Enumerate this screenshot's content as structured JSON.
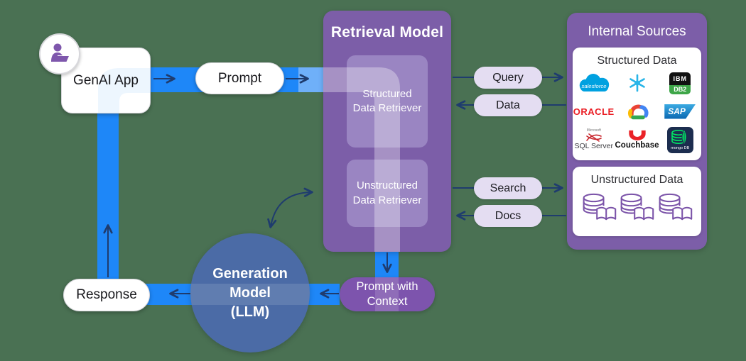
{
  "genai_app": {
    "label": "GenAI App"
  },
  "prompt_pill": {
    "label": "Prompt"
  },
  "response_pill": {
    "label": "Response"
  },
  "retrieval_model": {
    "title": "Retrieval Model",
    "structured_retriever": {
      "line1": "Structured",
      "line2": "Data Retriever"
    },
    "unstructured_retriever": {
      "line1": "Unstructured",
      "line2": "Data Retriever"
    }
  },
  "flow": {
    "query": "Query",
    "data": "Data",
    "search": "Search",
    "docs": "Docs"
  },
  "internal_sources": {
    "title": "Internal Sources",
    "structured": {
      "title": "Structured Data"
    },
    "unstructured": {
      "title": "Unstructured Data"
    }
  },
  "logos": {
    "salesforce": {
      "label": "salesforce"
    },
    "snowflake": {
      "name": "snowflake-icon"
    },
    "ibm_db2": {
      "top": "IBM",
      "bottom": "DB2"
    },
    "oracle": {
      "label": "ORACLE"
    },
    "google_cloud": {
      "name": "google-cloud-icon"
    },
    "sap": {
      "label": "SAP"
    },
    "sql_server": {
      "microsoft": "Microsoft",
      "label": "SQL Server"
    },
    "couchbase": {
      "label": "Couchbase"
    },
    "mongodb": {
      "label": "mongo DB"
    }
  },
  "prompt_with_context": {
    "line1": "Prompt with",
    "line2": "Context"
  },
  "generation_model": {
    "line1": "Generation",
    "line2": "Model",
    "line3": "(LLM)"
  },
  "colors": {
    "background": "#4A7153",
    "flow_blue": "#1E87F8",
    "flow_blue_light": "#6FB0F9",
    "purple_container": "#7C5EA8",
    "purple_retriever": "#9A85C2",
    "purple_context": "#7D54AD",
    "generation_blue": "#4B6BA6",
    "pill_lavender": "#E4DDF2",
    "arrow_navy": "#1F3C6E",
    "salesforce_blue": "#00A1E0",
    "snowflake_blue": "#29B5E8",
    "oracle_red": "#EA1B22",
    "mongodb_green": "#00ED64",
    "db_icon_purple": "#7A52A8"
  }
}
